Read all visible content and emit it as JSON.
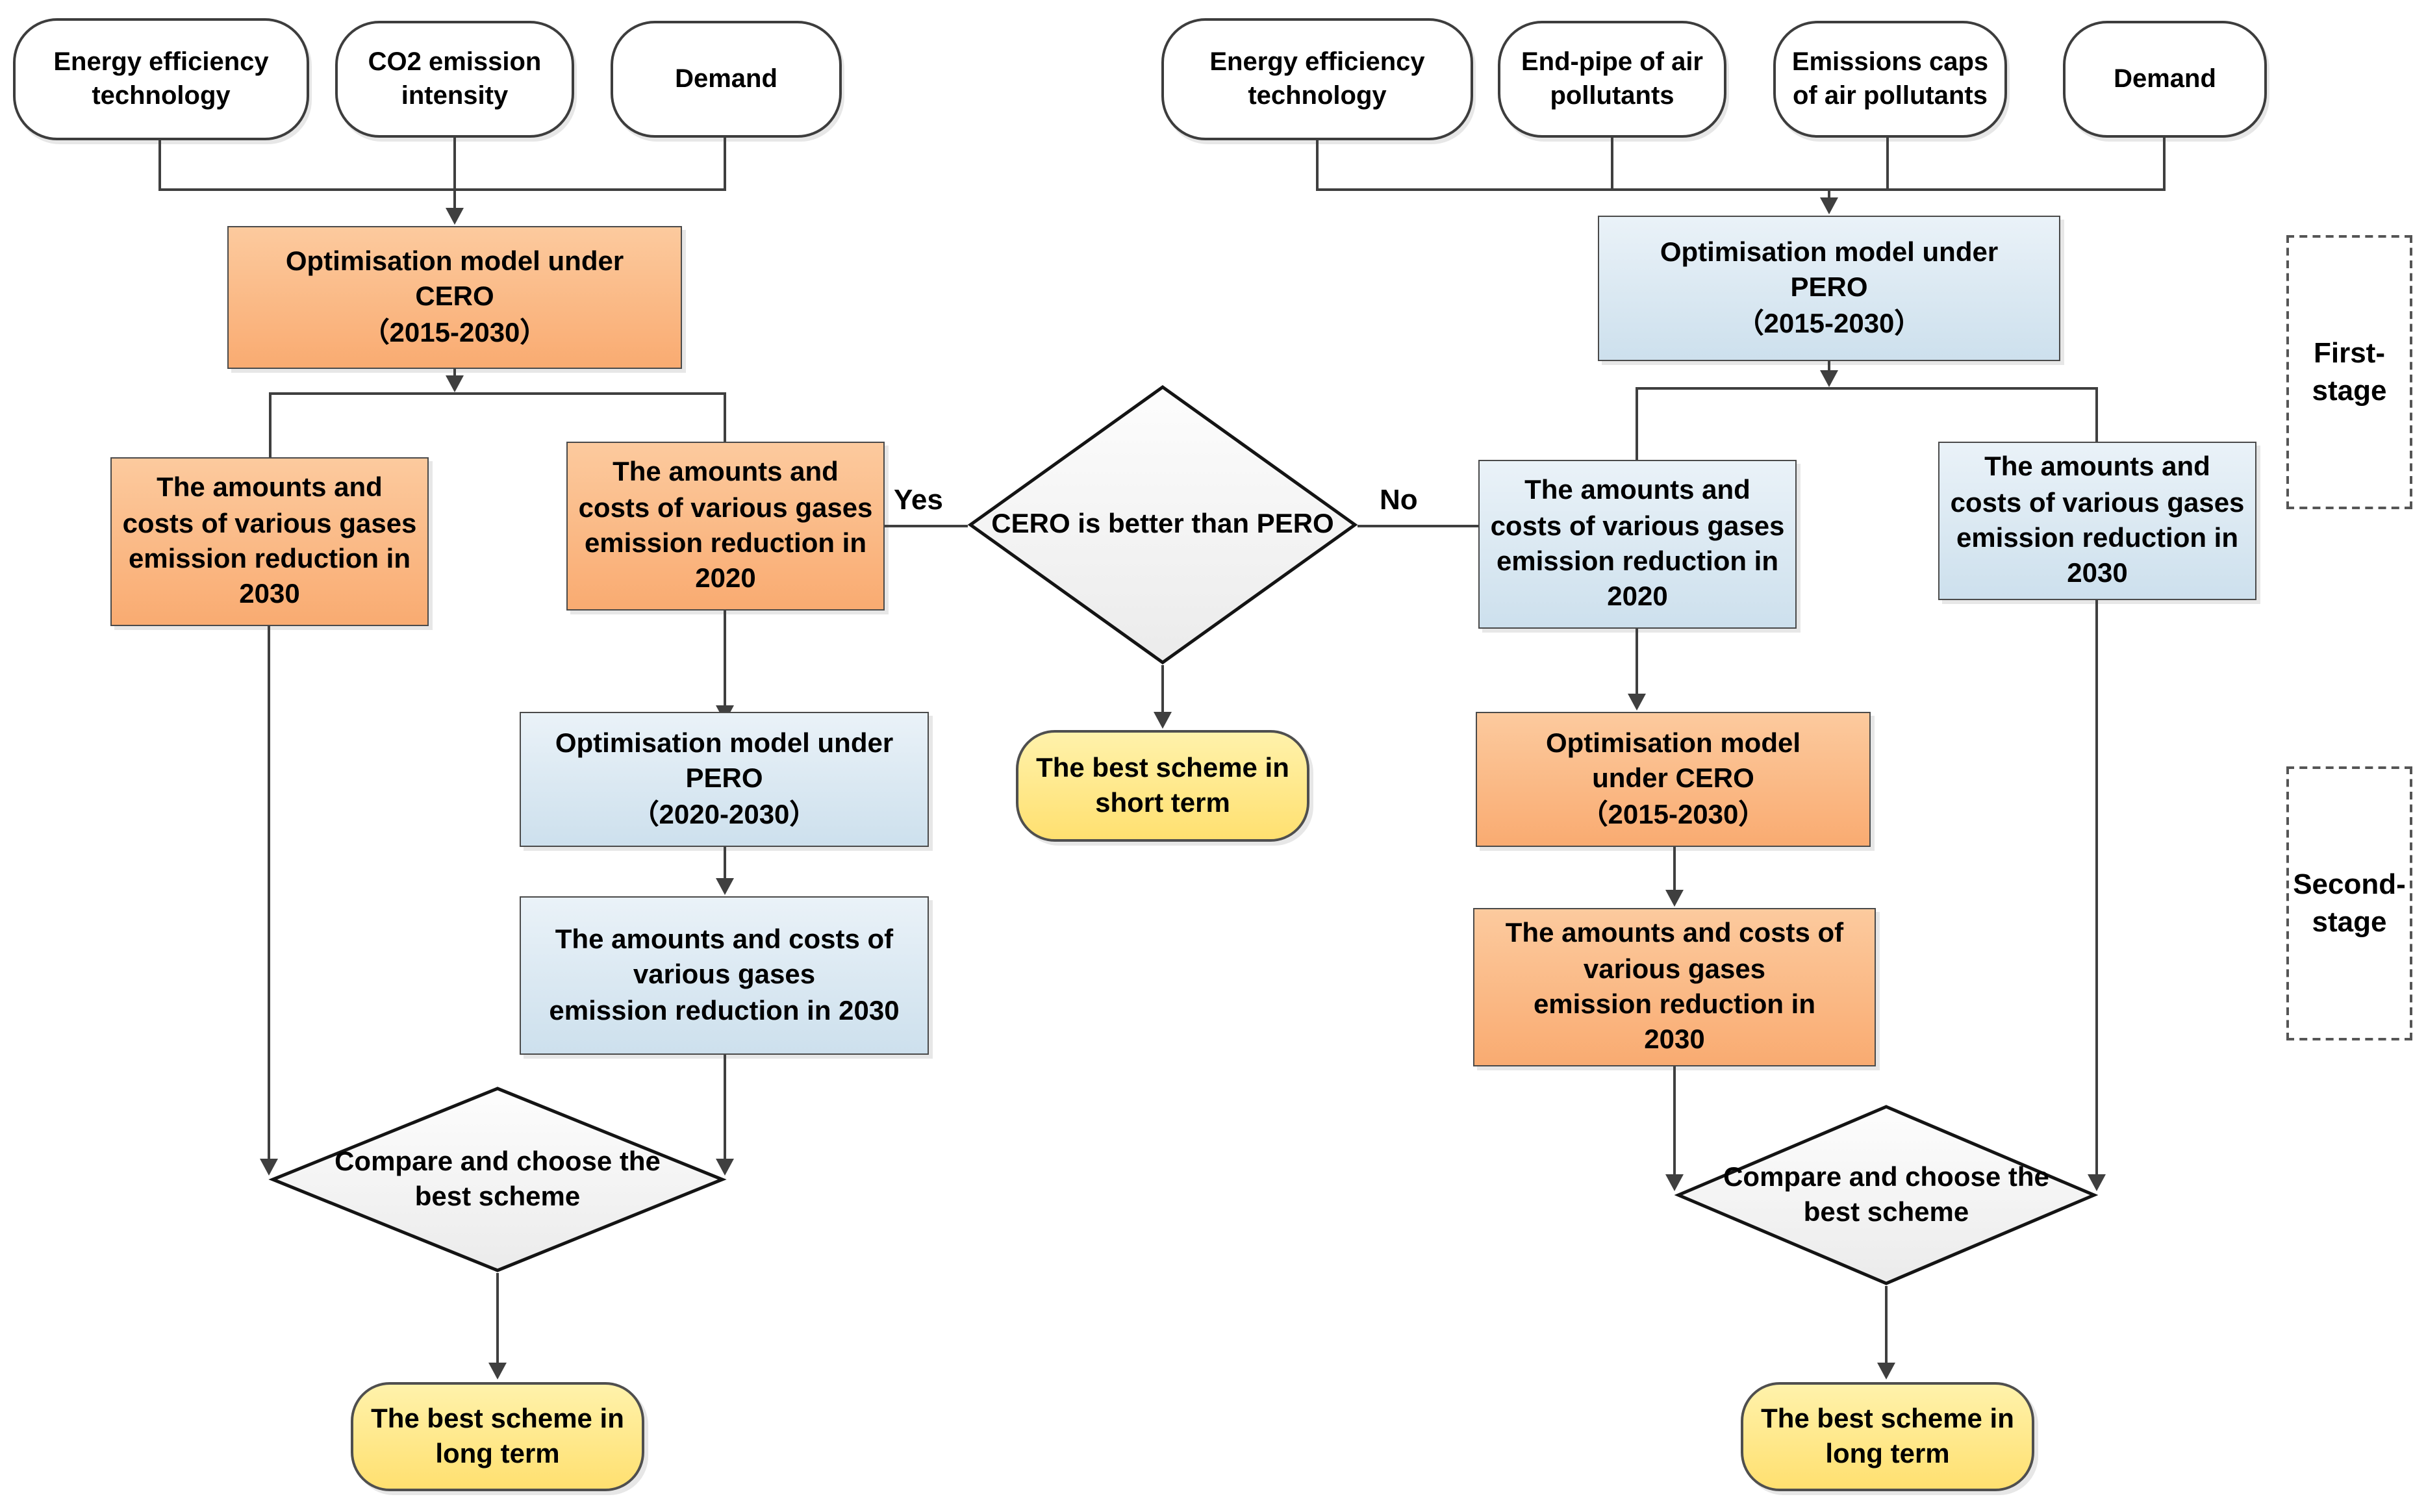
{
  "left_branch": {
    "inputs": [
      "Energy efficiency\ntechnology",
      "CO2 emission\nintensity",
      "Demand"
    ],
    "model_first": "Optimisation model under\nCERO\n（2015-2030）",
    "result_2030": "The amounts and\ncosts of various gases\nemission reduction in\n2030",
    "result_2020": "The amounts and\ncosts of various gases\nemission reduction in\n2020",
    "model_second": "Optimisation model under\nPERO\n（2020-2030）",
    "result_second_2030": "The amounts and costs of\nvarious gases\nemission reduction in 2030",
    "compare_decision": "Compare and choose the\nbest scheme",
    "best_long_term": "The best scheme in\nlong term"
  },
  "decision": {
    "label": "CERO is better than PERO",
    "yes": "Yes",
    "no": "No",
    "best_short_term": "The best scheme in\nshort term"
  },
  "right_branch": {
    "inputs": [
      "Energy efficiency\ntechnology",
      "End-pipe of air\npollutants",
      "Emissions caps\nof air pollutants",
      "Demand"
    ],
    "model_first": "Optimisation model under\nPERO\n（2015-2030）",
    "result_2020": "The amounts and\ncosts of various gases\nemission reduction in\n2020",
    "result_2030": "The amounts and\ncosts of various gases\nemission reduction in\n2030",
    "model_second": "Optimisation model\nunder CERO\n（2015-2030）",
    "result_second_2030": "The amounts and costs of\nvarious gases\nemission reduction in\n2030",
    "compare_decision": "Compare and choose the\nbest scheme",
    "best_long_term": "The best scheme in\nlong term"
  },
  "stage_labels": {
    "first": "First-\nstage",
    "second": "Second-\nstage"
  },
  "colors": {
    "orange": "#F9AB71",
    "blue": "#CDE0ED",
    "yellow": "#FFE070",
    "diamond": "#F0F0F0",
    "line": "#3F3F3F"
  }
}
